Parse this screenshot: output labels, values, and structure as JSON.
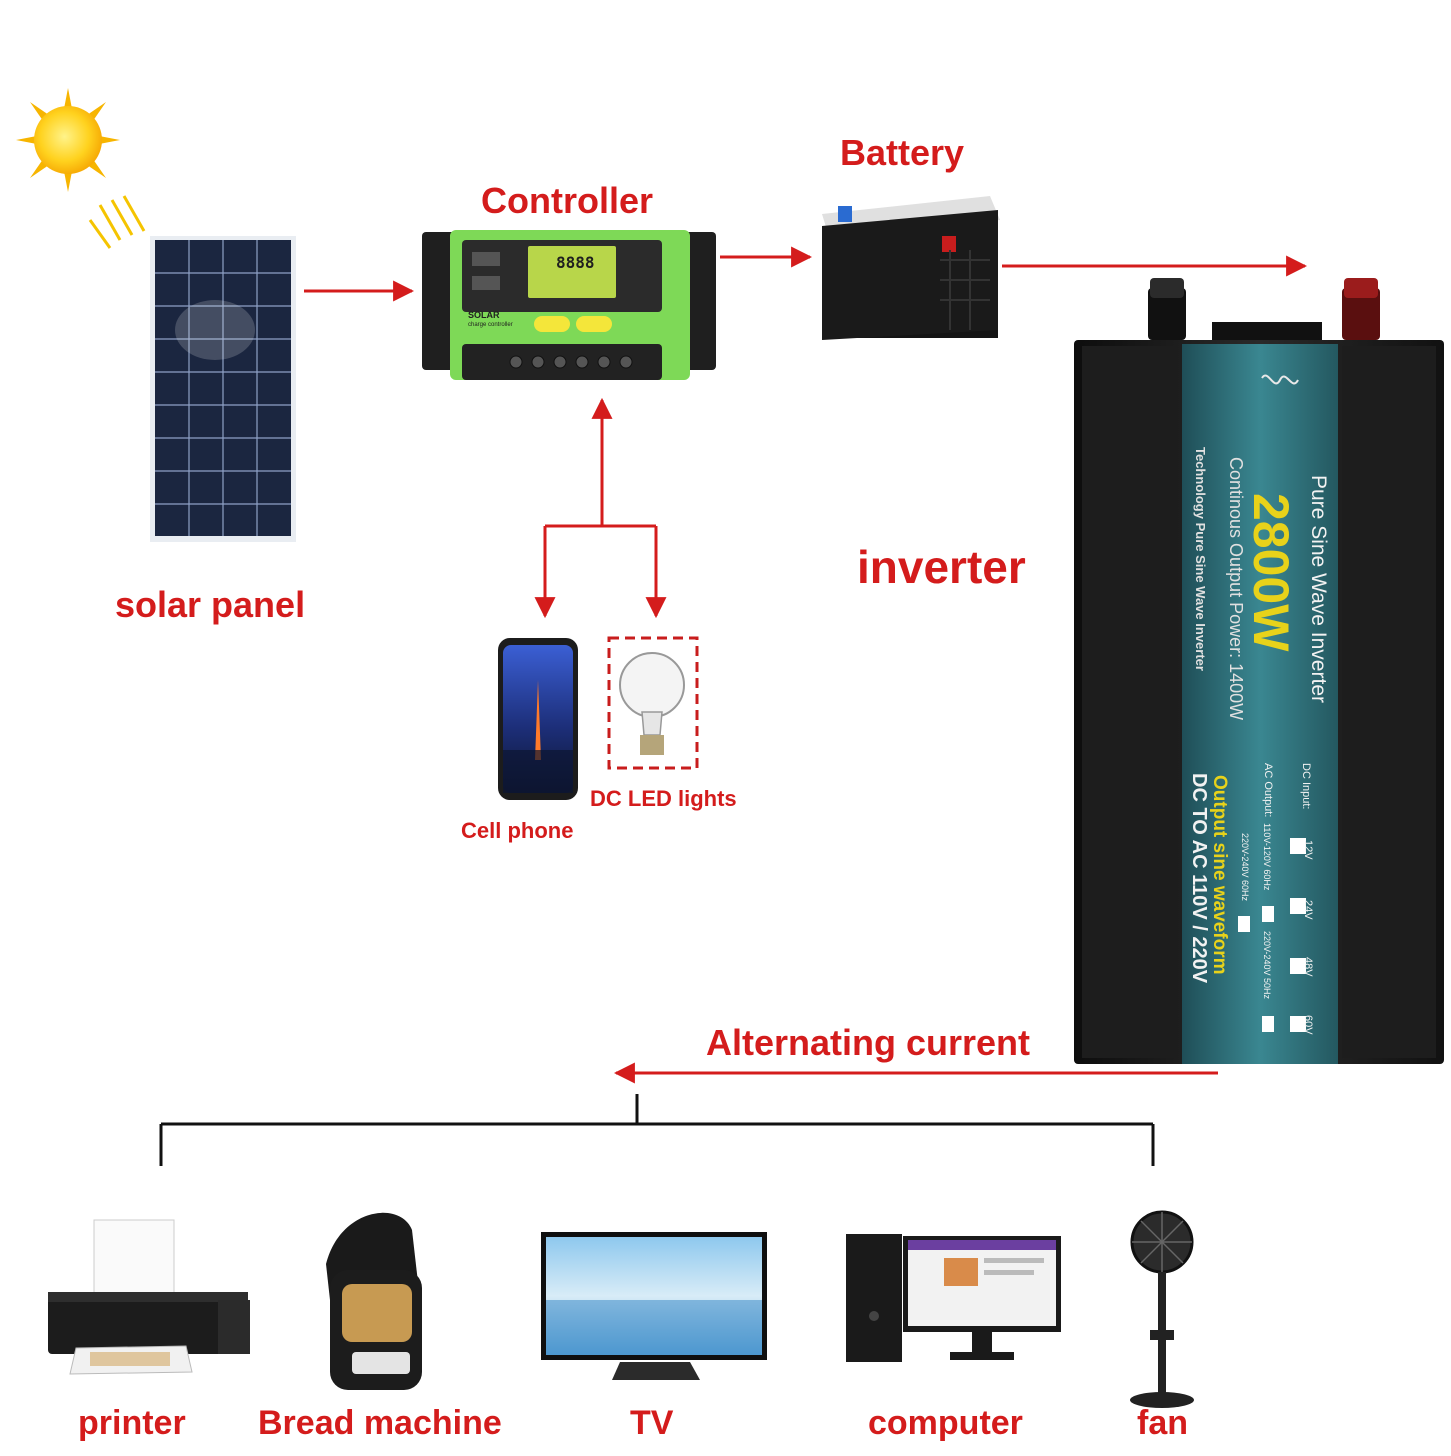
{
  "labels": {
    "solar_panel": "solar panel",
    "controller": "Controller",
    "battery": "Battery",
    "inverter": "inverter",
    "cell_phone": "Cell phone",
    "dc_led_lights": "DC LED lights",
    "alternating_current": "Alternating current",
    "printer": "printer",
    "bread_machine": "Bread machine",
    "tv": "TV",
    "computer": "computer",
    "fan": "fan"
  },
  "inverter_panel": {
    "product": "Pure Sine Wave Inverter",
    "power": "2800W",
    "continuous": "Continous Output Power: 1400W",
    "technology": "Technology Pure Sine Wave Inverter",
    "output_waveform": "Output sine waveform",
    "dc_to_ac": "DC TO AC 110V / 220V",
    "dc_input_label": "DC Input:",
    "ac_output_label": "AC Output:",
    "dc_inputs": [
      "12V",
      "24V",
      "48V",
      "60V"
    ],
    "ac_outputs": [
      "110V-120V 60Hz",
      "220V-240V 50Hz",
      "220V-240V 60Hz"
    ]
  },
  "controller_display": {
    "brand": "SOLAR",
    "subtitle": "charge controller",
    "digits": "8888"
  },
  "colors": {
    "accent_red": "#d41c1c",
    "inverter_body": "#1c1c1c",
    "inverter_panel": "#2d6f78",
    "controller_green": "#7ed957",
    "power_text": "#e8d21a"
  },
  "icons": [
    "sun-icon",
    "solar-panel-icon",
    "controller-icon",
    "battery-icon",
    "inverter-icon",
    "phone-icon",
    "bulb-icon",
    "printer-icon",
    "bread-machine-icon",
    "tv-icon",
    "computer-icon",
    "fan-icon"
  ]
}
